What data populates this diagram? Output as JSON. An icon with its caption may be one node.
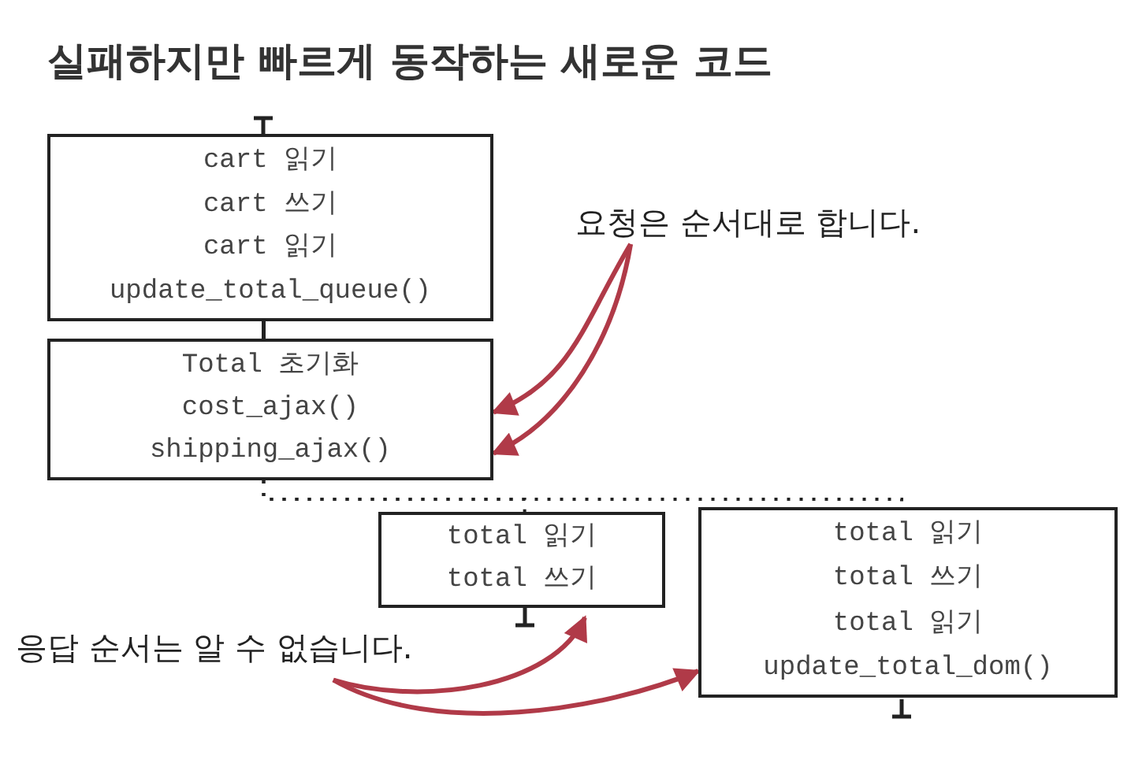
{
  "diagram": {
    "title": "실패하지만 빠르게 동작하는 새로운 코드",
    "nodes": [
      {
        "text": [
          "cart 읽기",
          "cart 쓰기",
          "cart 읽기",
          "update_total_queue()"
        ]
      },
      {
        "text": [
          "Total 초기화",
          "cost_ajax()",
          "shipping_ajax()"
        ]
      },
      {
        "text": [
          "total 읽기",
          "total 쓰기"
        ]
      },
      {
        "text": [
          "total 읽기",
          "total 쓰기",
          "total 읽기",
          "update_total_dom()"
        ]
      },
      {
        "text": [
          "요청은 순서대로 합니다."
        ]
      },
      {
        "text": [
          "응답 순서는 알 수 없습니다."
        ]
      }
    ],
    "edges": [
      {
        "from": 0,
        "to": 1,
        "arrow": "none",
        "color": "#222222"
      },
      {
        "from": 1,
        "to": 2,
        "arrow": "none",
        "style": "dashed",
        "color": "#222222"
      },
      {
        "from": 1,
        "to": 3,
        "arrow": "none",
        "style": "dashed",
        "color": "#222222"
      },
      {
        "from": 4,
        "to": 1,
        "arrow": "to",
        "color": "#b03a48"
      },
      {
        "from": 4,
        "to": 1,
        "arrow": "to",
        "color": "#b03a48"
      },
      {
        "from": 5,
        "to": 2,
        "arrow": "to",
        "color": "#b03a48"
      },
      {
        "from": 5,
        "to": 3,
        "arrow": "to",
        "color": "#b03a48"
      }
    ]
  }
}
